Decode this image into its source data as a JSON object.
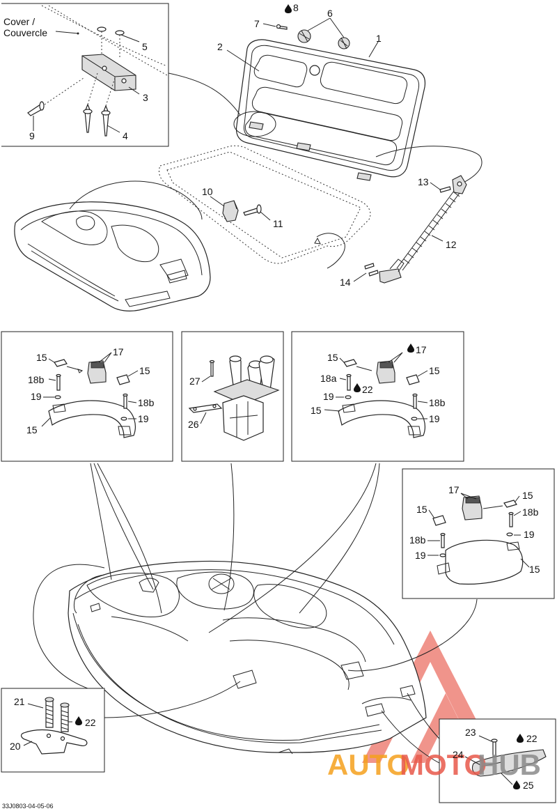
{
  "diagram": {
    "cover_label_en": "Cover /",
    "cover_label_fr": "Couvercle",
    "reference_code": "33J0803-04-05-06",
    "watermark": {
      "text_auto": "AUTO",
      "text_moto": "MOTO",
      "text_hub": "HUB",
      "color_red": "#e8584a",
      "color_orange": "#f4a01c",
      "color_gray": "#8a8a8a"
    },
    "callouts": [
      {
        "id": "c1",
        "text": "1"
      },
      {
        "id": "c2",
        "text": "2"
      },
      {
        "id": "c3",
        "text": "3"
      },
      {
        "id": "c4",
        "text": "4"
      },
      {
        "id": "c5",
        "text": "5"
      },
      {
        "id": "c6",
        "text": "6"
      },
      {
        "id": "c7",
        "text": "7"
      },
      {
        "id": "c8",
        "text": "8"
      },
      {
        "id": "c9",
        "text": "9"
      },
      {
        "id": "c10",
        "text": "10"
      },
      {
        "id": "c11",
        "text": "11"
      },
      {
        "id": "c12",
        "text": "12"
      },
      {
        "id": "c13",
        "text": "13"
      },
      {
        "id": "c14",
        "text": "14"
      },
      {
        "id": "b1_15a",
        "text": "15"
      },
      {
        "id": "b1_17",
        "text": "17"
      },
      {
        "id": "b1_15b",
        "text": "15"
      },
      {
        "id": "b1_18b1",
        "text": "18b"
      },
      {
        "id": "b1_19a",
        "text": "19"
      },
      {
        "id": "b1_18b2",
        "text": "18b"
      },
      {
        "id": "b1_19b",
        "text": "19"
      },
      {
        "id": "b1_15c",
        "text": "15"
      },
      {
        "id": "b2_27",
        "text": "27"
      },
      {
        "id": "b2_26",
        "text": "26"
      },
      {
        "id": "b3_15a",
        "text": "15"
      },
      {
        "id": "b3_17",
        "text": "17"
      },
      {
        "id": "b3_15b",
        "text": "15"
      },
      {
        "id": "b3_18a",
        "text": "18a"
      },
      {
        "id": "b3_22",
        "text": "22"
      },
      {
        "id": "b3_19a",
        "text": "19"
      },
      {
        "id": "b3_18b",
        "text": "18b"
      },
      {
        "id": "b3_15c",
        "text": "15"
      },
      {
        "id": "b3_19b",
        "text": "19"
      },
      {
        "id": "b4_17",
        "text": "17"
      },
      {
        "id": "b4_15a",
        "text": "15"
      },
      {
        "id": "b4_15b",
        "text": "15"
      },
      {
        "id": "b4_18b1",
        "text": "18b"
      },
      {
        "id": "b4_18b2",
        "text": "18b"
      },
      {
        "id": "b4_19a",
        "text": "19"
      },
      {
        "id": "b4_19b",
        "text": "19"
      },
      {
        "id": "b4_15c",
        "text": "15"
      },
      {
        "id": "b5_21",
        "text": "21"
      },
      {
        "id": "b5_22",
        "text": "22"
      },
      {
        "id": "b5_20",
        "text": "20"
      },
      {
        "id": "b6_23",
        "text": "23"
      },
      {
        "id": "b6_22",
        "text": "22"
      },
      {
        "id": "b6_24",
        "text": "24"
      },
      {
        "id": "b6_25",
        "text": "25"
      }
    ]
  }
}
